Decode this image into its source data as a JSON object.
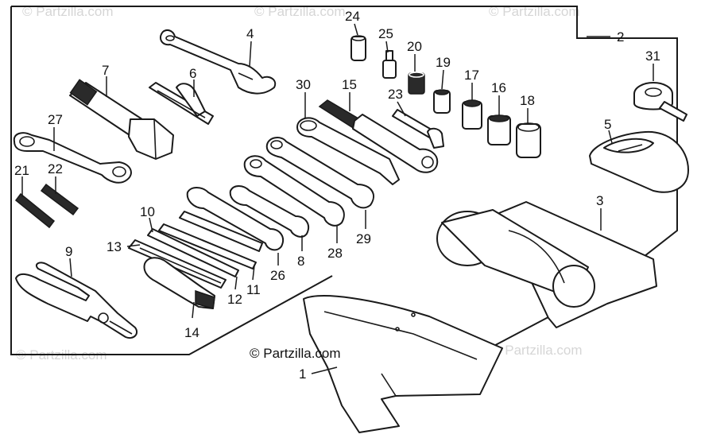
{
  "watermarks": [
    "© Partzilla.com",
    "© Partzilla.com",
    "© Partzilla.com",
    "© Partzilla.com",
    "© Partzilla.com"
  ],
  "copyright": "© Partzilla.com",
  "callouts": {
    "c1": "1",
    "c2": "2",
    "c3": "3",
    "c4": "4",
    "c5": "5",
    "c6": "6",
    "c7": "7",
    "c8": "8",
    "c9": "9",
    "c10": "10",
    "c11": "11",
    "c12": "12",
    "c13": "13",
    "c14": "14",
    "c15": "15",
    "c16": "16",
    "c17": "17",
    "c18": "18",
    "c19": "19",
    "c20": "20",
    "c21": "21",
    "c22": "22",
    "c23": "23",
    "c24": "24",
    "c25": "25",
    "c26": "26",
    "c27": "27",
    "c28": "28",
    "c29": "29",
    "c30": "30",
    "c31": "31"
  }
}
